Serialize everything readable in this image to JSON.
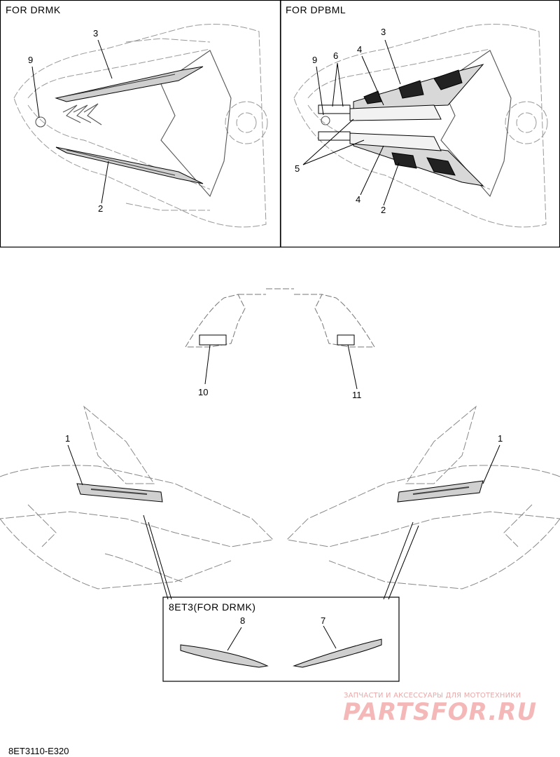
{
  "panels": {
    "drmk_label": "FOR DRMK",
    "dpbml_label": "FOR DPBML",
    "inset_label": "8ET3(FOR DRMK)"
  },
  "callouts": {
    "drmk": [
      "3",
      "9",
      "2"
    ],
    "dpbml": [
      "3",
      "4",
      "9",
      "6",
      "5",
      "4",
      "2"
    ],
    "middle": [
      "10",
      "11"
    ],
    "sides": [
      "1",
      "1"
    ],
    "inset": [
      "8",
      "7"
    ]
  },
  "footer": {
    "code": "8ET3110-E320"
  },
  "watermark": {
    "tagline": "ЗАПЧАСТИ И АКСЕССУАРЫ ДЛЯ МОТОТЕХНИКИ",
    "logo": "PARTSFOR.RU"
  }
}
